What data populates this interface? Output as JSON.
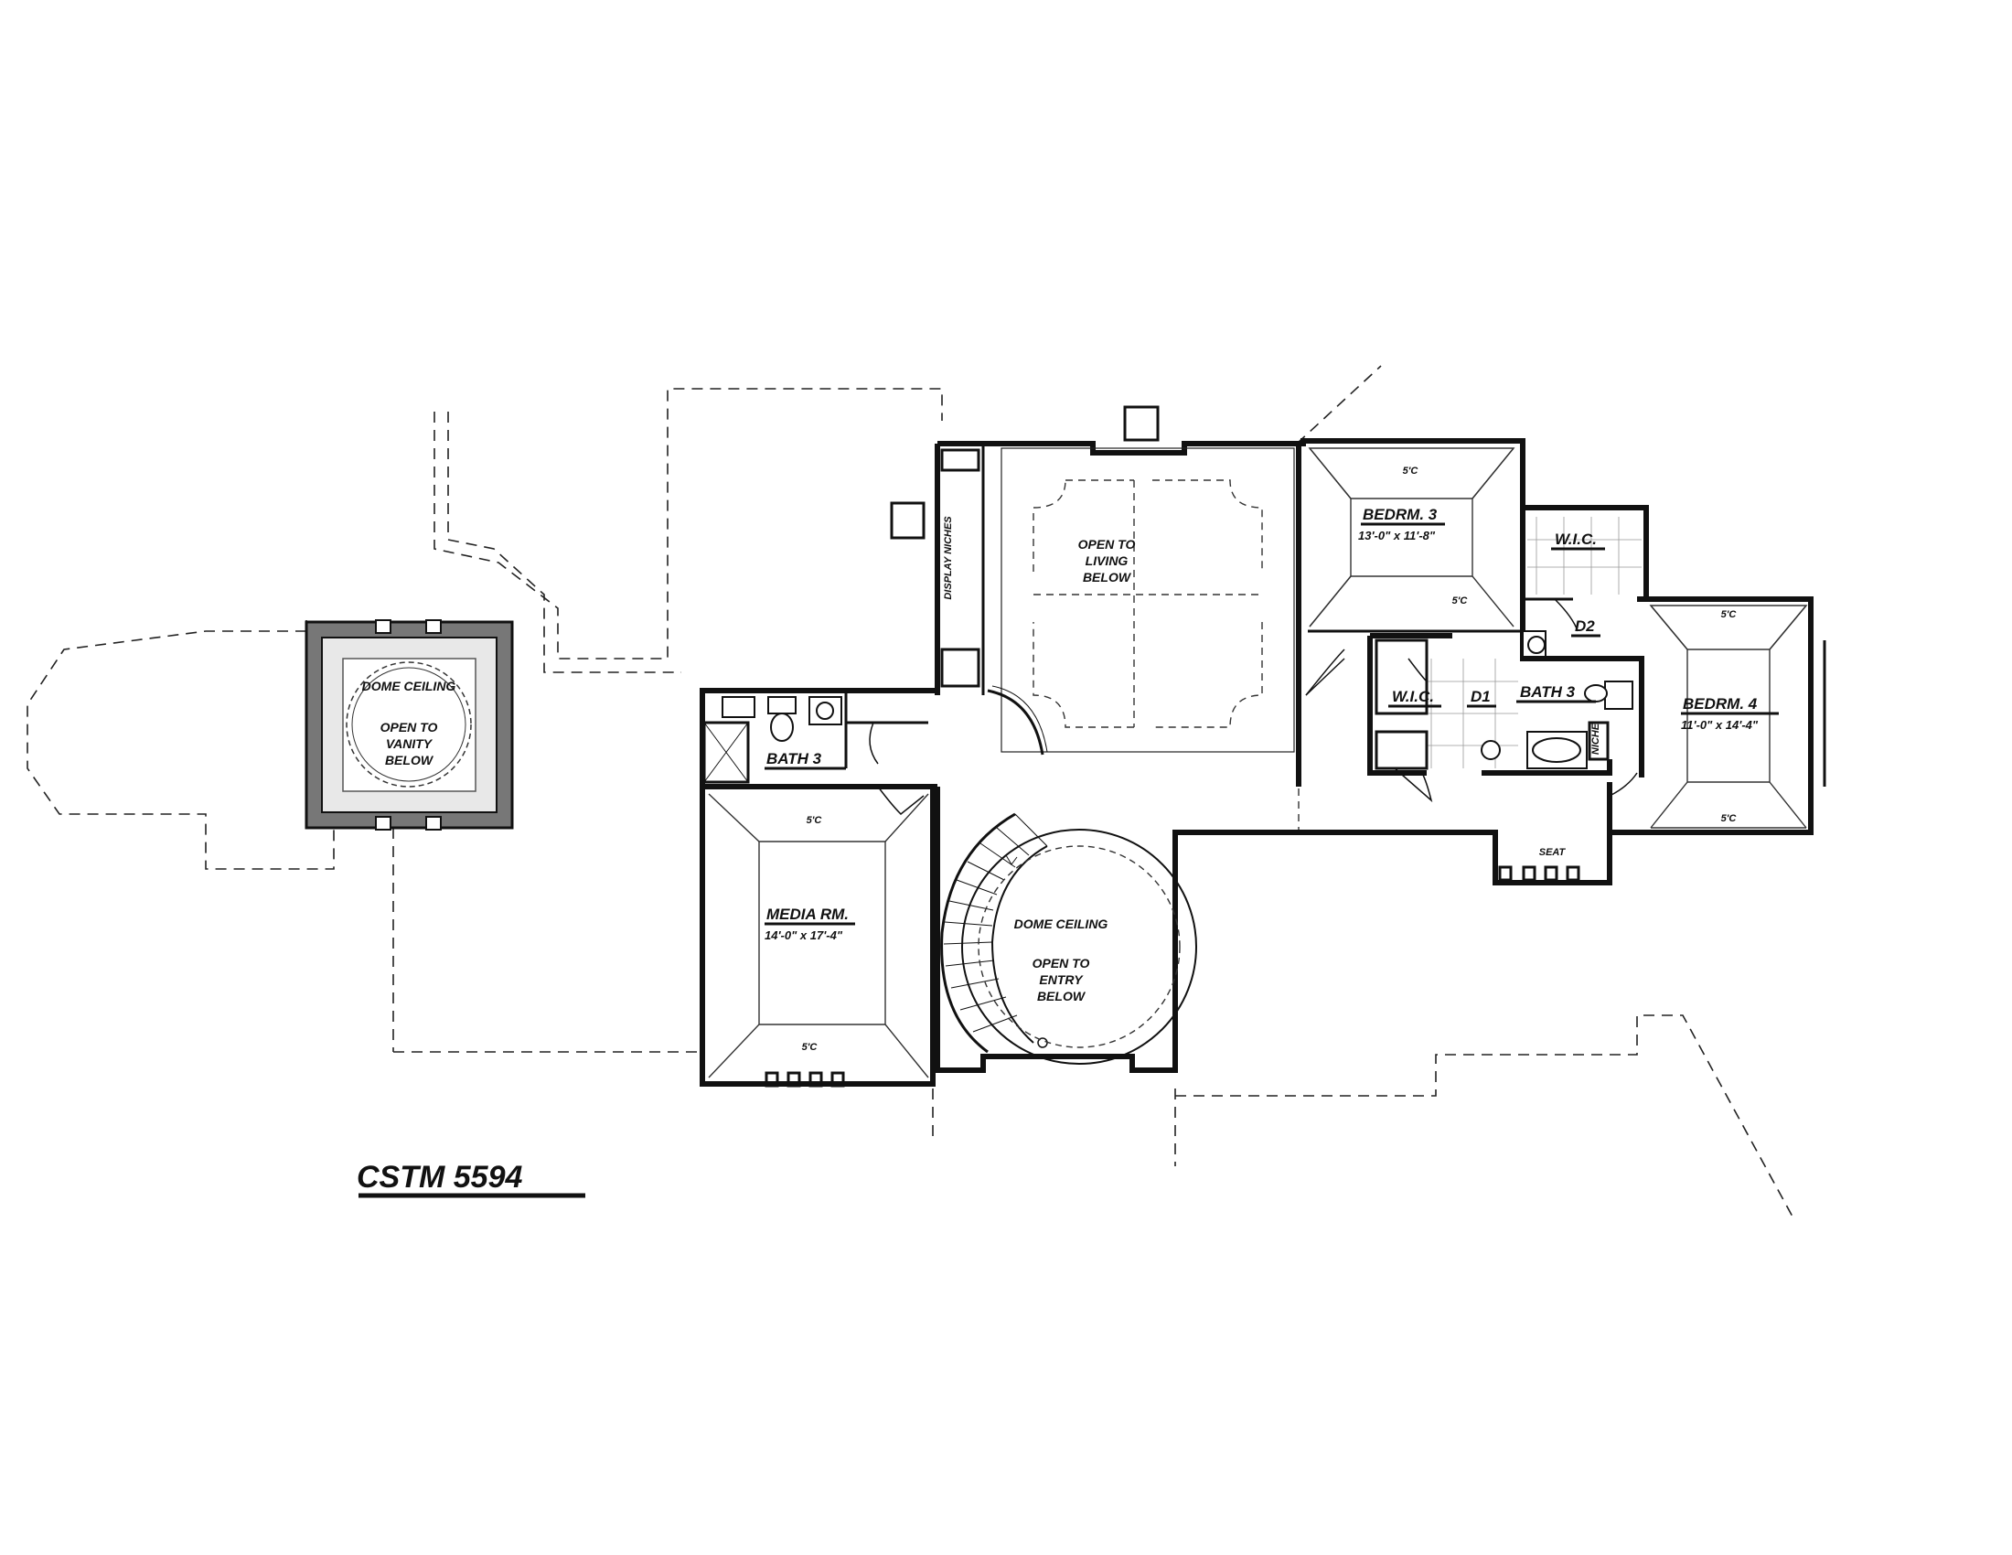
{
  "plan": {
    "title": "CSTM 5594",
    "tower": {
      "ceiling": "DOME CEILING",
      "open_line1": "OPEN TO",
      "open_line2": "VANITY",
      "open_line3": "BELOW"
    },
    "display_niches": "DISPLAY NICHES",
    "open_living": {
      "line1": "OPEN TO",
      "line2": "LIVING",
      "line3": "BELOW"
    },
    "bedroom3": {
      "name": "BEDRM. 3",
      "dims": "13'-0\" x 11'-8\""
    },
    "bedroom4": {
      "name": "BEDRM. 4",
      "dims": "11'-0\" x 14'-4\""
    },
    "wic_upper": "W.I.C.",
    "wic_lower": "W.I.C.",
    "d1": "D1",
    "d2": "D2",
    "bath3_right": "BATH 3",
    "bath3_left": "BATH 3",
    "niche": "NICHE",
    "seat": "SEAT",
    "media": {
      "name": "MEDIA RM.",
      "dims": "14'-0\" x 17'-4\""
    },
    "entry": {
      "ceiling": "DOME CEILING",
      "line1": "OPEN TO",
      "line2": "ENTRY",
      "line3": "BELOW"
    },
    "ceiling_mark": "5'C"
  }
}
